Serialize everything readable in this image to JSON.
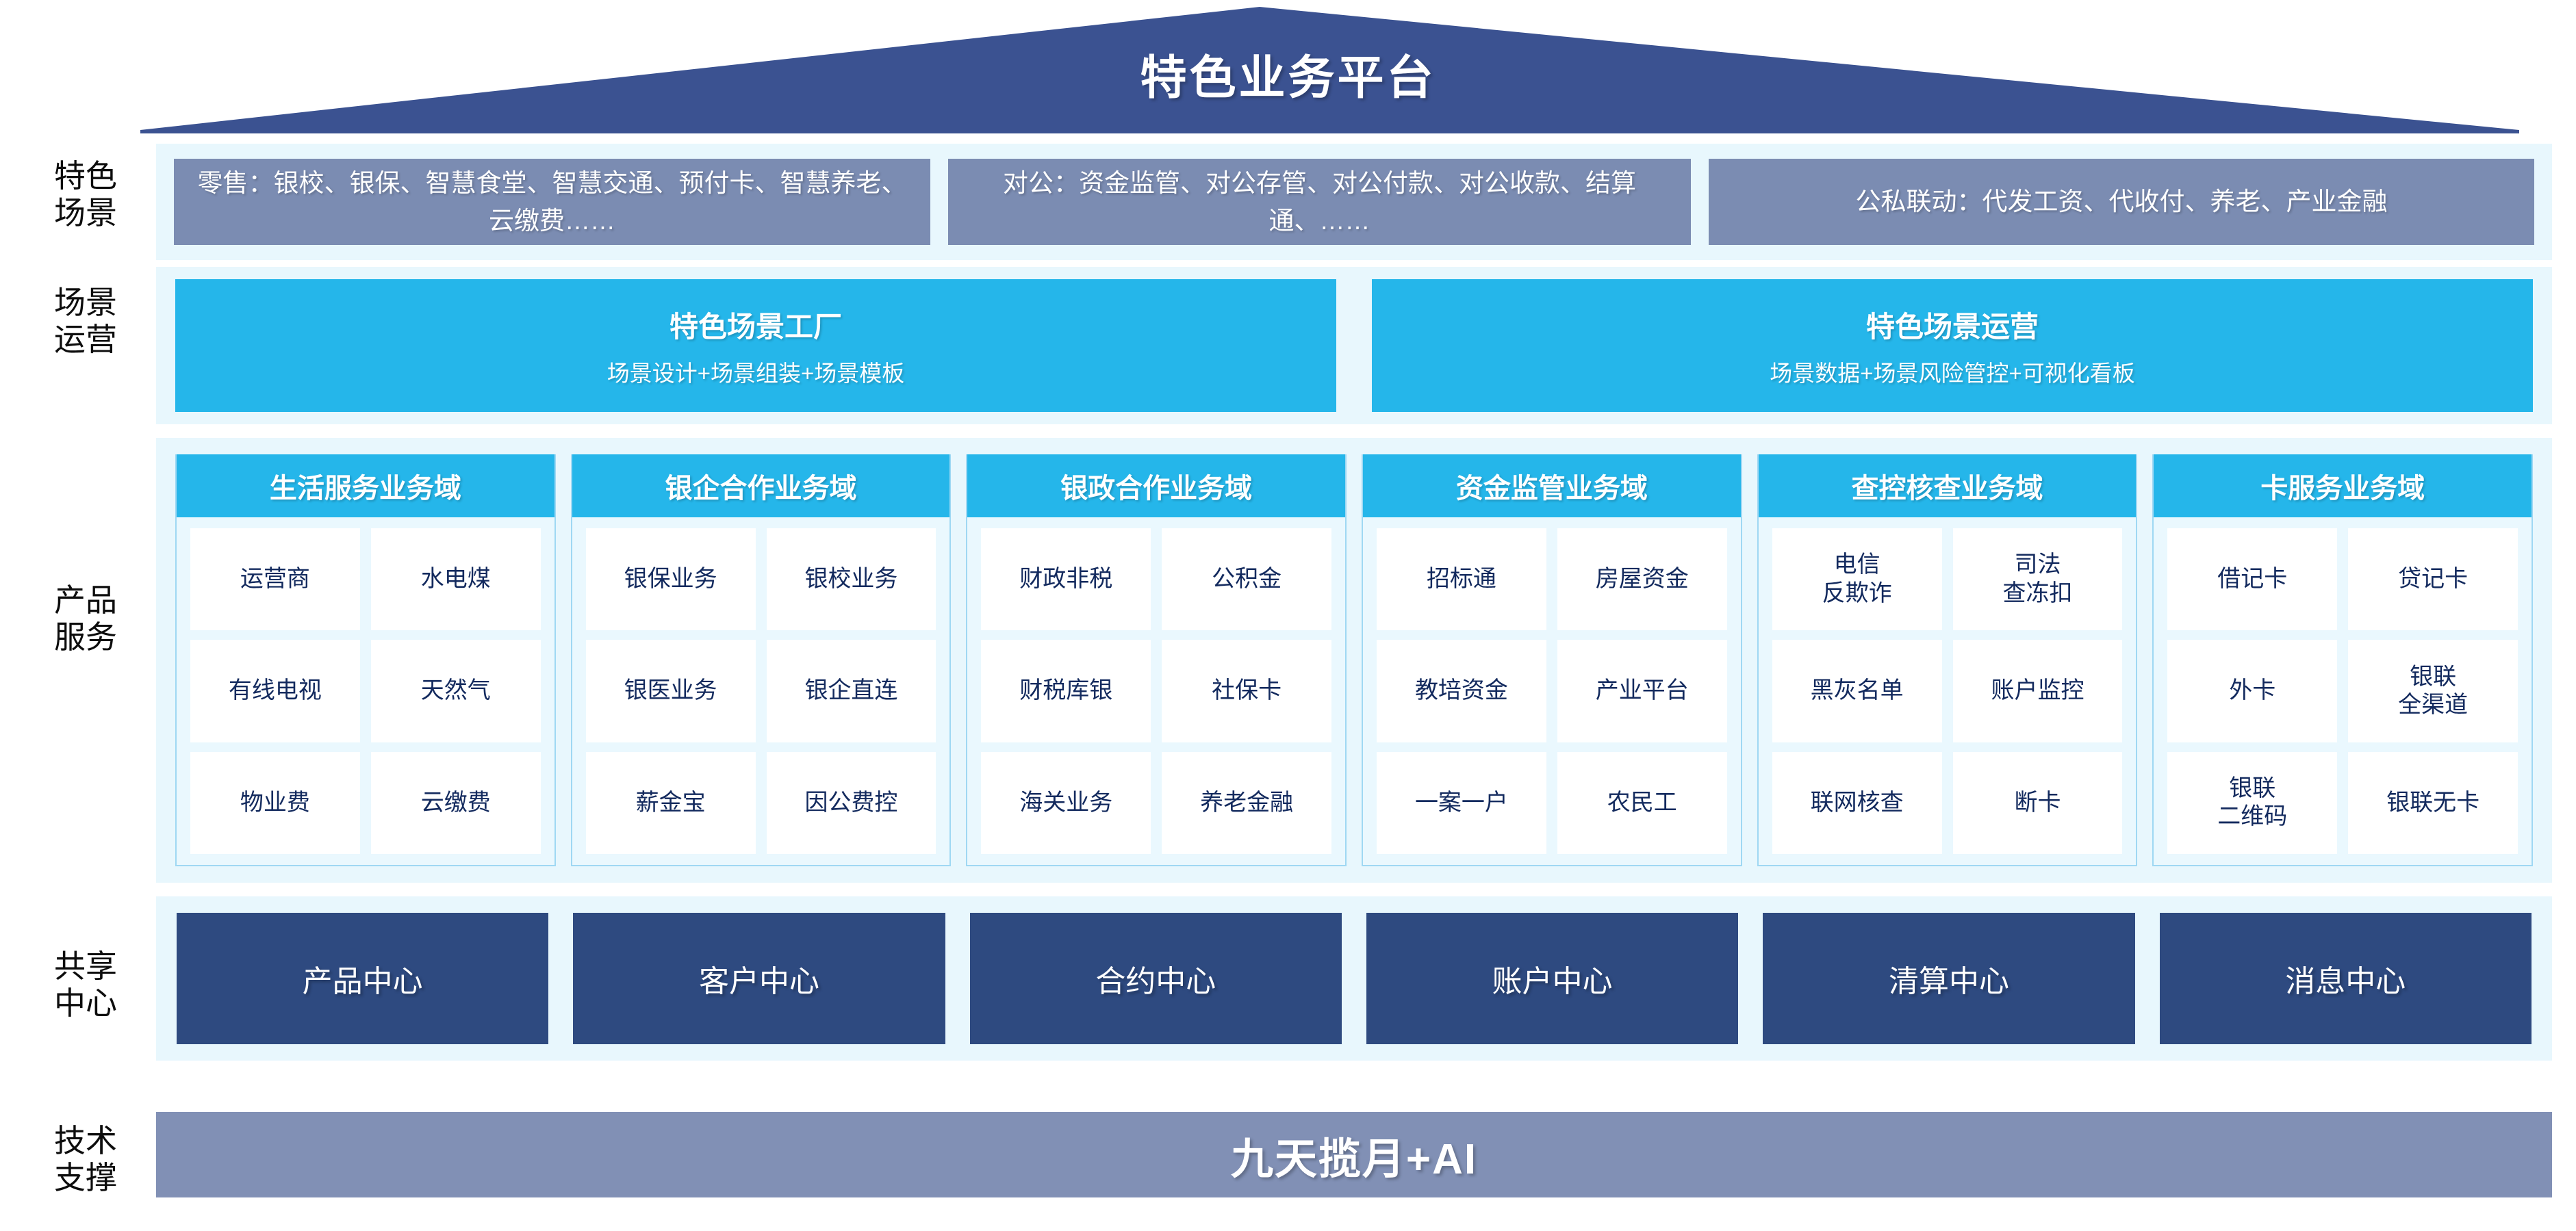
{
  "header": {
    "title": "特色业务平台",
    "roof_color": "#3b5291"
  },
  "row_labels": {
    "scenarios": "特色\n场景",
    "operations": "场景\n运营",
    "products": "产品\n服务",
    "shared": "共享\n中心",
    "tech": "技术\n支撑"
  },
  "scenarios": {
    "box_color": "#7b8cb2",
    "items": [
      "零售：银校、银保、智慧食堂、智慧交通、预付卡、智慧养老、云缴费……",
      "对公：资金监管、对公存管、对公付款、对公收款、结算通、……",
      "公私联动：代发工资、代收付、养老、产业金融"
    ]
  },
  "operations": {
    "box_color": "#25b6ea",
    "items": [
      {
        "title": "特色场景工厂",
        "subtitle": "场景设计+场景组装+场景模板"
      },
      {
        "title": "特色场景运营",
        "subtitle": "场景数据+场景风险管控+可视化看板"
      }
    ]
  },
  "products": {
    "head_color": "#25b6ea",
    "text_color": "#132a5e",
    "cards": [
      {
        "title": "生活服务业务域",
        "rows": [
          [
            "运营商",
            "水电煤"
          ],
          [
            "有线电视",
            "天然气"
          ],
          [
            "物业费",
            "云缴费"
          ]
        ]
      },
      {
        "title": "银企合作业务域",
        "rows": [
          [
            "银保业务",
            "银校业务"
          ],
          [
            "银医业务",
            "银企直连"
          ],
          [
            "薪金宝",
            "因公费控"
          ]
        ]
      },
      {
        "title": "银政合作业务域",
        "rows": [
          [
            "财政非税",
            "公积金"
          ],
          [
            "财税库银",
            "社保卡"
          ],
          [
            "海关业务",
            "养老金融"
          ]
        ]
      },
      {
        "title": "资金监管业务域",
        "rows": [
          [
            "招标通",
            "房屋资金"
          ],
          [
            "教培资金",
            "产业平台"
          ],
          [
            "一案一户",
            "农民工"
          ]
        ]
      },
      {
        "title": "查控核查业务域",
        "rows": [
          [
            "电信\n反欺诈",
            "司法\n查冻扣"
          ],
          [
            "黑灰名单",
            "账户监控"
          ],
          [
            "联网核查",
            "断卡"
          ]
        ]
      },
      {
        "title": "卡服务业务域",
        "rows": [
          [
            "借记卡",
            "贷记卡"
          ],
          [
            "外卡",
            "银联\n全渠道"
          ],
          [
            "银联\n二维码",
            "银联无卡"
          ]
        ]
      }
    ]
  },
  "shared_centers": {
    "box_color": "#2e4a80",
    "items": [
      "产品中心",
      "客户中心",
      "合约中心",
      "账户中心",
      "清算中心",
      "消息中心"
    ]
  },
  "tech_support": {
    "bar_color": "#8190b5",
    "label": "九天揽月+AI"
  }
}
